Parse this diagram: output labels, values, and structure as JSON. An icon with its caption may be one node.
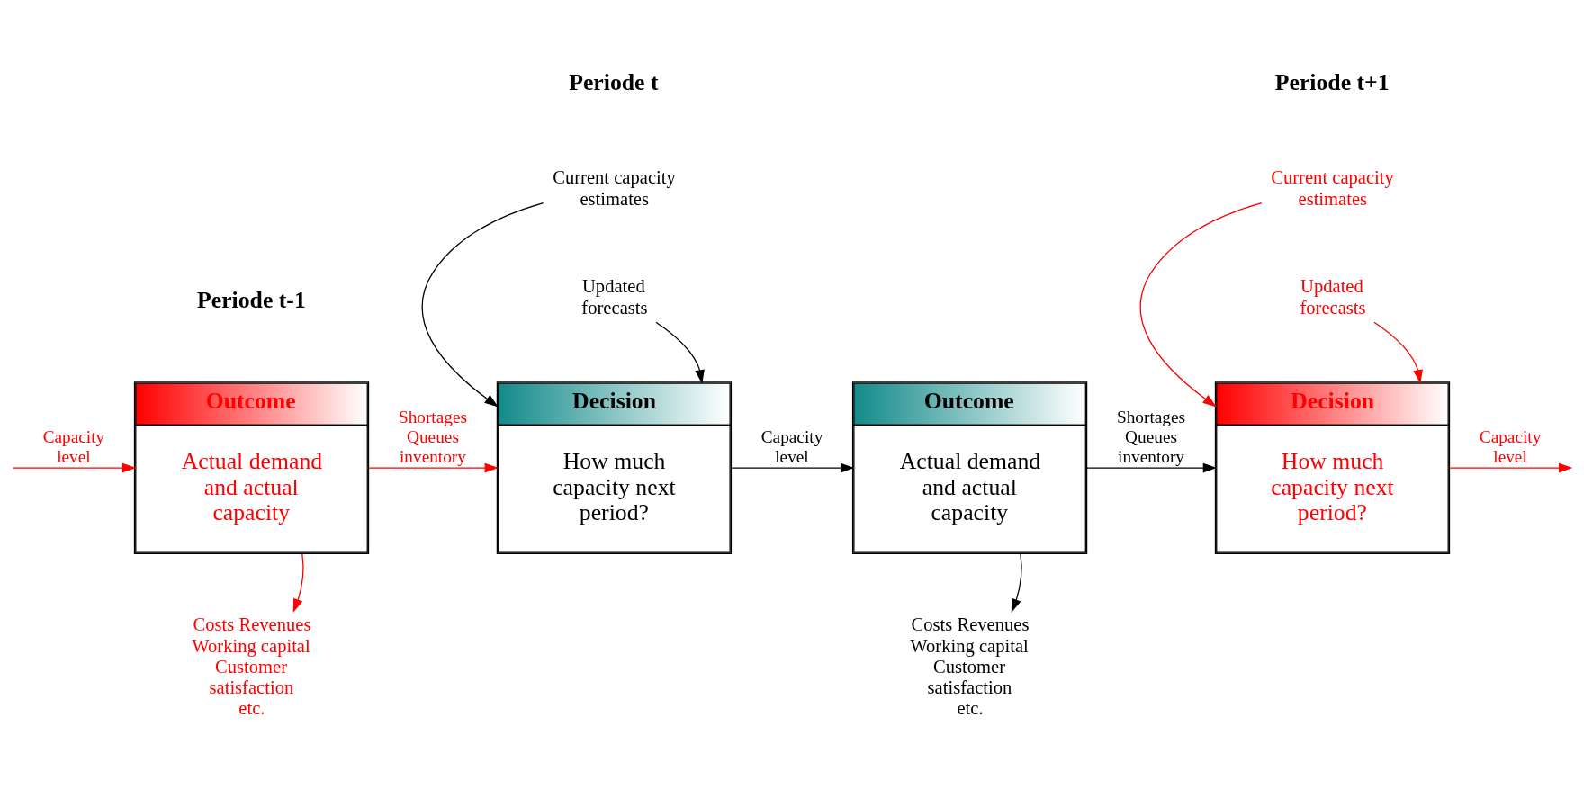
{
  "diagram": {
    "nodes": [
      {
        "text": [
          "Outcome",
          "Actual demand and actual capacity"
        ]
      },
      {
        "text": [
          "Decision",
          "How much capacity next period?"
        ]
      },
      {
        "text": [
          "Outcome",
          "Actual demand and actual capacity"
        ]
      },
      {
        "text": [
          "Decision",
          "How much capacity next period?"
        ]
      },
      {
        "text": [
          "Current capacity estimates"
        ]
      },
      {
        "text": [
          "Updated forecasts"
        ]
      },
      {
        "text": [
          "Current capacity estimates"
        ]
      },
      {
        "text": [
          "Updated forecasts"
        ]
      },
      {
        "text": [
          "Costs Revenues Working capital Customer satisfaction etc."
        ]
      },
      {
        "text": [
          "Costs Revenues Working capital Customer satisfaction etc."
        ]
      }
    ],
    "edges": [
      {
        "from": null,
        "to": 0,
        "arrow": "to",
        "label": "Capacity level",
        "color": "#ff0000"
      },
      {
        "from": 0,
        "to": 1,
        "arrow": "to",
        "label": "Shortages Queues inventory",
        "color": "#ff0000"
      },
      {
        "from": 1,
        "to": 2,
        "arrow": "to",
        "label": "Capacity level",
        "color": "#000000"
      },
      {
        "from": 2,
        "to": 3,
        "arrow": "to",
        "label": "Shortages Queues inventory",
        "color": "#000000"
      },
      {
        "from": 3,
        "to": null,
        "arrow": "to",
        "label": "Capacity level",
        "color": "#ff0000"
      },
      {
        "from": 4,
        "to": 1,
        "arrow": "to",
        "color": "#000000"
      },
      {
        "from": 5,
        "to": 1,
        "arrow": "to",
        "color": "#000000"
      },
      {
        "from": 6,
        "to": 3,
        "arrow": "to",
        "color": "#ff0000"
      },
      {
        "from": 7,
        "to": 3,
        "arrow": "to",
        "color": "#ff0000"
      },
      {
        "from": 0,
        "to": 8,
        "arrow": "to",
        "color": "#ff0000"
      },
      {
        "from": 2,
        "to": 9,
        "arrow": "to",
        "color": "#000000"
      }
    ],
    "labels": [
      "Periode t-1",
      "Periode t",
      "Periode t+1"
    ]
  }
}
